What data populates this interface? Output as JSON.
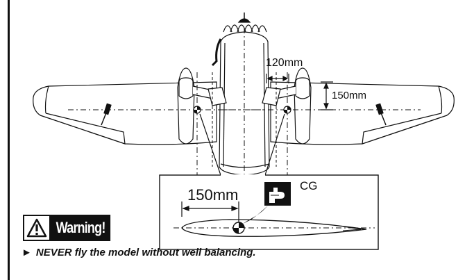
{
  "dimensions": {
    "motor_spacing": "120mm",
    "cg_from_nacelle": "150mm",
    "cg_from_leading_edge": "150mm"
  },
  "labels": {
    "cg": "CG"
  },
  "warning": {
    "title": "Warning!",
    "icon": "warning-triangle-icon"
  },
  "note": {
    "arrow_icon": "right-pointer-icon",
    "arrow_glyph": "►",
    "text": "NEVER fly the model without well balancing."
  },
  "colors": {
    "line": "#111111",
    "background": "#ffffff"
  }
}
